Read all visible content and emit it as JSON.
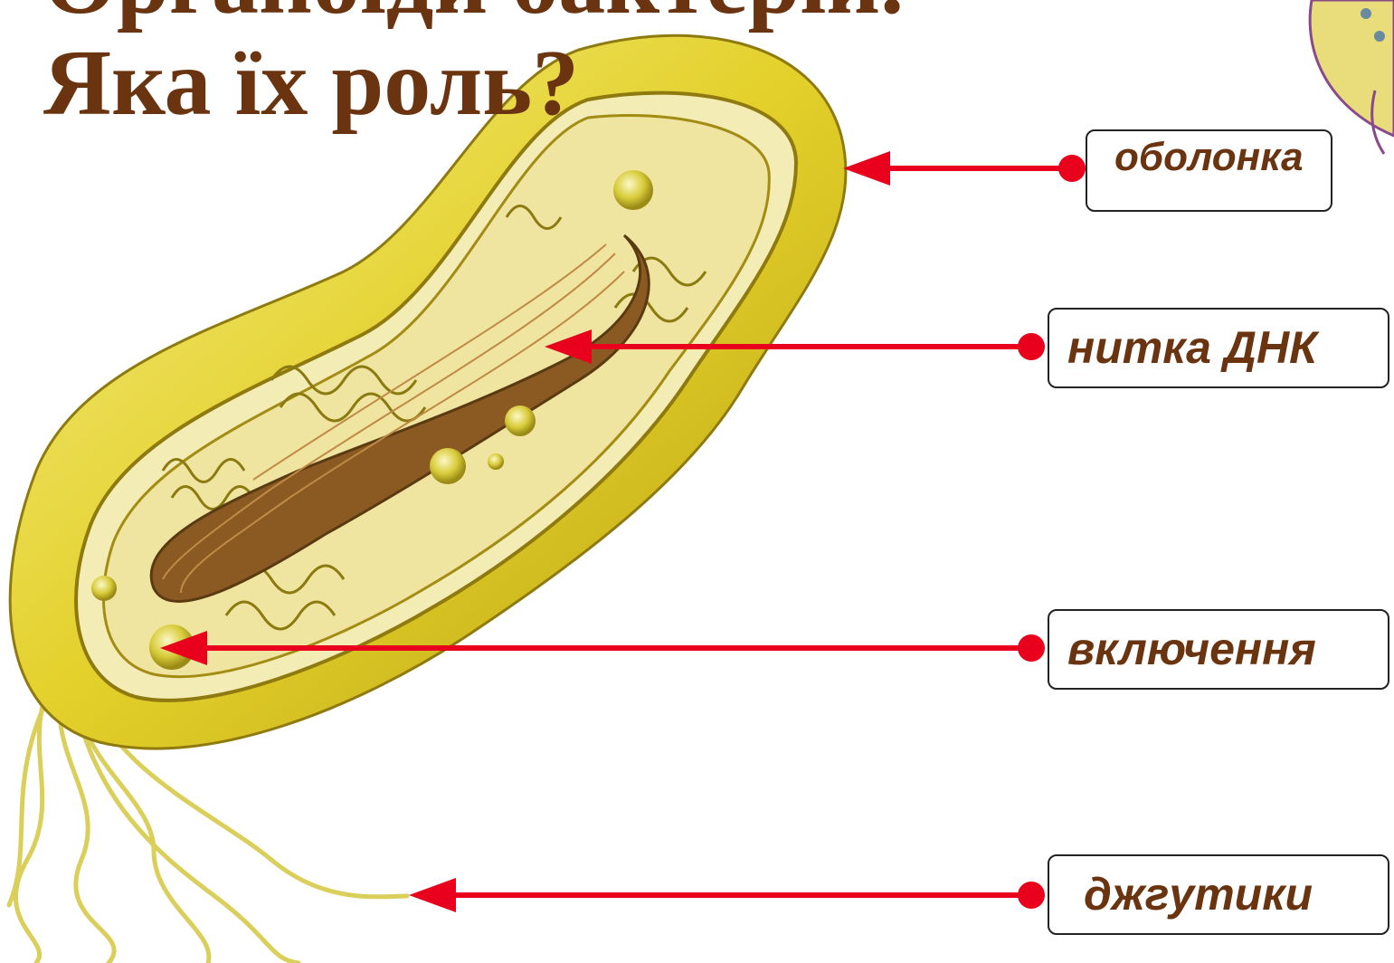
{
  "title": {
    "line1": "Органоїди бактерій.",
    "line2": "Яка їх роль?"
  },
  "labels": {
    "membrane": "оболонка",
    "dna": "нитка ДНК",
    "inclusions": "включення",
    "flagella": "джгутики"
  },
  "colors": {
    "title": "#6b3410",
    "label_text": "#6b3410",
    "arrow": "#e8001c",
    "cell_wall": "#e6d226",
    "cytoplasm": "#f3ecb4",
    "dna": "#8a5a22"
  }
}
